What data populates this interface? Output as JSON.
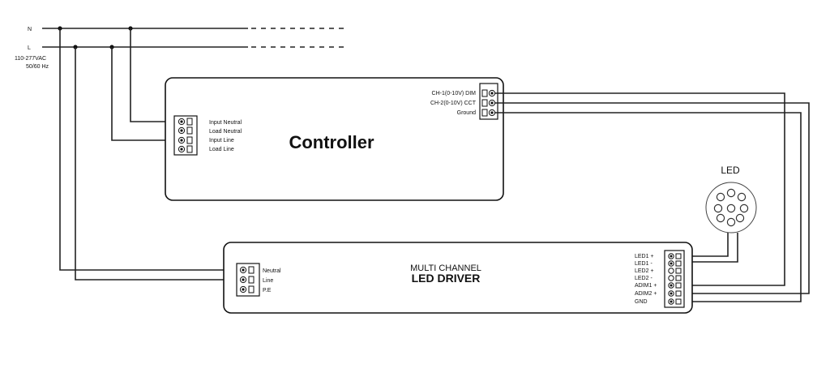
{
  "supply": {
    "n_label": "N",
    "l_label": "L",
    "voltage": "110-277VAC",
    "frequency": "50/60 Hz"
  },
  "controller": {
    "title": "Controller",
    "input_terminals": [
      "Input Neutral",
      "Load Neutral",
      "Input Line",
      "Load Line"
    ],
    "output_terminals": [
      "CH-1(0-10V) DIM",
      "CH-2(0-10V) CCT",
      "Ground"
    ]
  },
  "led": {
    "label": "LED"
  },
  "driver": {
    "subtitle": "MULTI CHANNEL",
    "title": "LED DRIVER",
    "input_terminals": [
      "Neutral",
      "Line",
      "P.E"
    ],
    "output_terminals": [
      "LED1 +",
      "LED1 -",
      "LED2 +",
      "LED2 -",
      "ADIM1 +",
      "ADIM2 +",
      "GND"
    ]
  }
}
